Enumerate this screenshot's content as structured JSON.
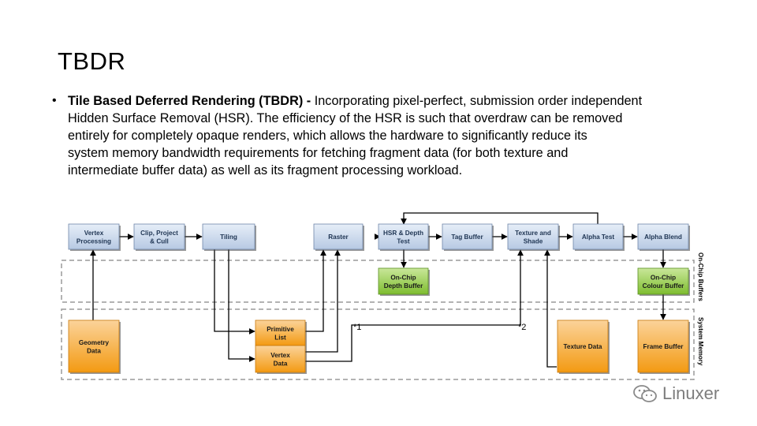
{
  "slide": {
    "title": "TBDR",
    "bullet": {
      "marker": "•",
      "bold_text": "Tile Based Deferred Rendering (TBDR) - ",
      "lines": [
        "Incorporating pixel-perfect, submission order independent",
        "Hidden Surface Removal (HSR). The efficiency of the HSR is such that overdraw can be removed",
        "entirely for completely opaque renders, which allows the hardware to significantly reduce its",
        "system memory bandwidth requirements for fetching fragment data (for both texture and",
        "intermediate buffer data) as well as its fragment processing workload."
      ]
    }
  },
  "diagram": {
    "pipeline": [
      {
        "id": "vertex-processing",
        "lines": [
          "Vertex",
          "Processing"
        ]
      },
      {
        "id": "clip-project-cull",
        "lines": [
          "Clip, Project",
          "& Cull"
        ]
      },
      {
        "id": "tiling",
        "lines": [
          "Tiling"
        ]
      },
      {
        "id": "raster",
        "lines": [
          "Raster"
        ]
      },
      {
        "id": "hsr-depth-test",
        "lines": [
          "HSR & Depth",
          "Test"
        ]
      },
      {
        "id": "tag-buffer",
        "lines": [
          "Tag Buffer"
        ]
      },
      {
        "id": "texture-and-shade",
        "lines": [
          "Texture and",
          "Shade"
        ]
      },
      {
        "id": "alpha-test",
        "lines": [
          "Alpha Test"
        ]
      },
      {
        "id": "alpha-blend",
        "lines": [
          "Alpha Blend"
        ]
      }
    ],
    "on_chip": [
      {
        "id": "on-chip-depth-buffer",
        "lines": [
          "On-Chip",
          "Depth Buffer"
        ]
      },
      {
        "id": "on-chip-colour-buffer",
        "lines": [
          "On-Chip",
          "Colour Buffer"
        ]
      }
    ],
    "memory": [
      {
        "id": "geometry-data",
        "lines": [
          "Geometry",
          "Data"
        ]
      },
      {
        "id": "primitive-list",
        "lines": [
          "Primitive",
          "List"
        ]
      },
      {
        "id": "vertex-data",
        "lines": [
          "Vertex",
          "Data"
        ]
      },
      {
        "id": "texture-data",
        "lines": [
          "Texture Data"
        ]
      },
      {
        "id": "frame-buffer",
        "lines": [
          "Frame Buffer"
        ]
      }
    ],
    "annotations": {
      "mark1": "*1",
      "mark2": "*2"
    },
    "side_labels": {
      "on_chip": "On-Chip Buffers",
      "memory": "System Memory"
    },
    "colors": {
      "blue_box": "#c6d5ea",
      "green_box": "#8dc63f",
      "orange_box": "#f7a21b"
    }
  },
  "watermark": {
    "text": "Linuxer",
    "icon": "wechat-icon"
  }
}
